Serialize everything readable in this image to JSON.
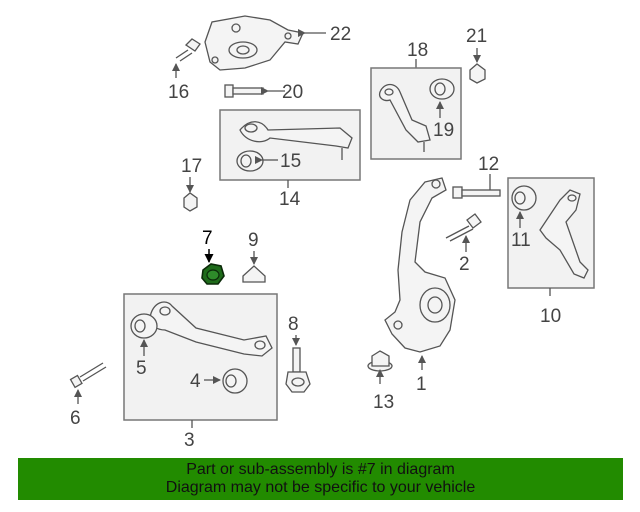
{
  "callouts": {
    "c1": "1",
    "c2": "2",
    "c3": "3",
    "c4": "4",
    "c5": "5",
    "c6": "6",
    "c7": "7",
    "c8": "8",
    "c9": "9",
    "c10": "10",
    "c11": "11",
    "c12": "12",
    "c13": "13",
    "c14": "14",
    "c15": "15",
    "c16": "16",
    "c17": "17",
    "c18": "18",
    "c19": "19",
    "c20": "20",
    "c21": "21",
    "c22": "22"
  },
  "highlight_color": "#228b00",
  "banner": {
    "line1": "Part or sub-assembly is #7 in diagram",
    "line2": "Diagram may not be specific to your vehicle"
  }
}
